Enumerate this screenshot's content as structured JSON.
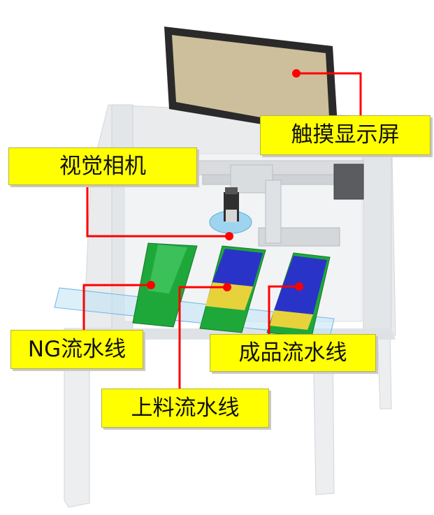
{
  "labels": {
    "touch_screen": "触摸显示屏",
    "vision_camera": "视觉相机",
    "ng_line": "NG流水线",
    "finished_line": "成品流水线",
    "feed_line": "上料流水线"
  },
  "colors": {
    "callout_fill": "#ffff00",
    "leader_line": "#ff0000",
    "screen_face": "#cdbf9c",
    "screen_bezel": "#2a2a2a",
    "conveyor_green": "#1ea83a",
    "parts_blue": "#2a33c8",
    "parts_yellow": "#e8d23c",
    "frame_gray": "#d7d9dc",
    "glass_blue": "#9fd4f0"
  }
}
